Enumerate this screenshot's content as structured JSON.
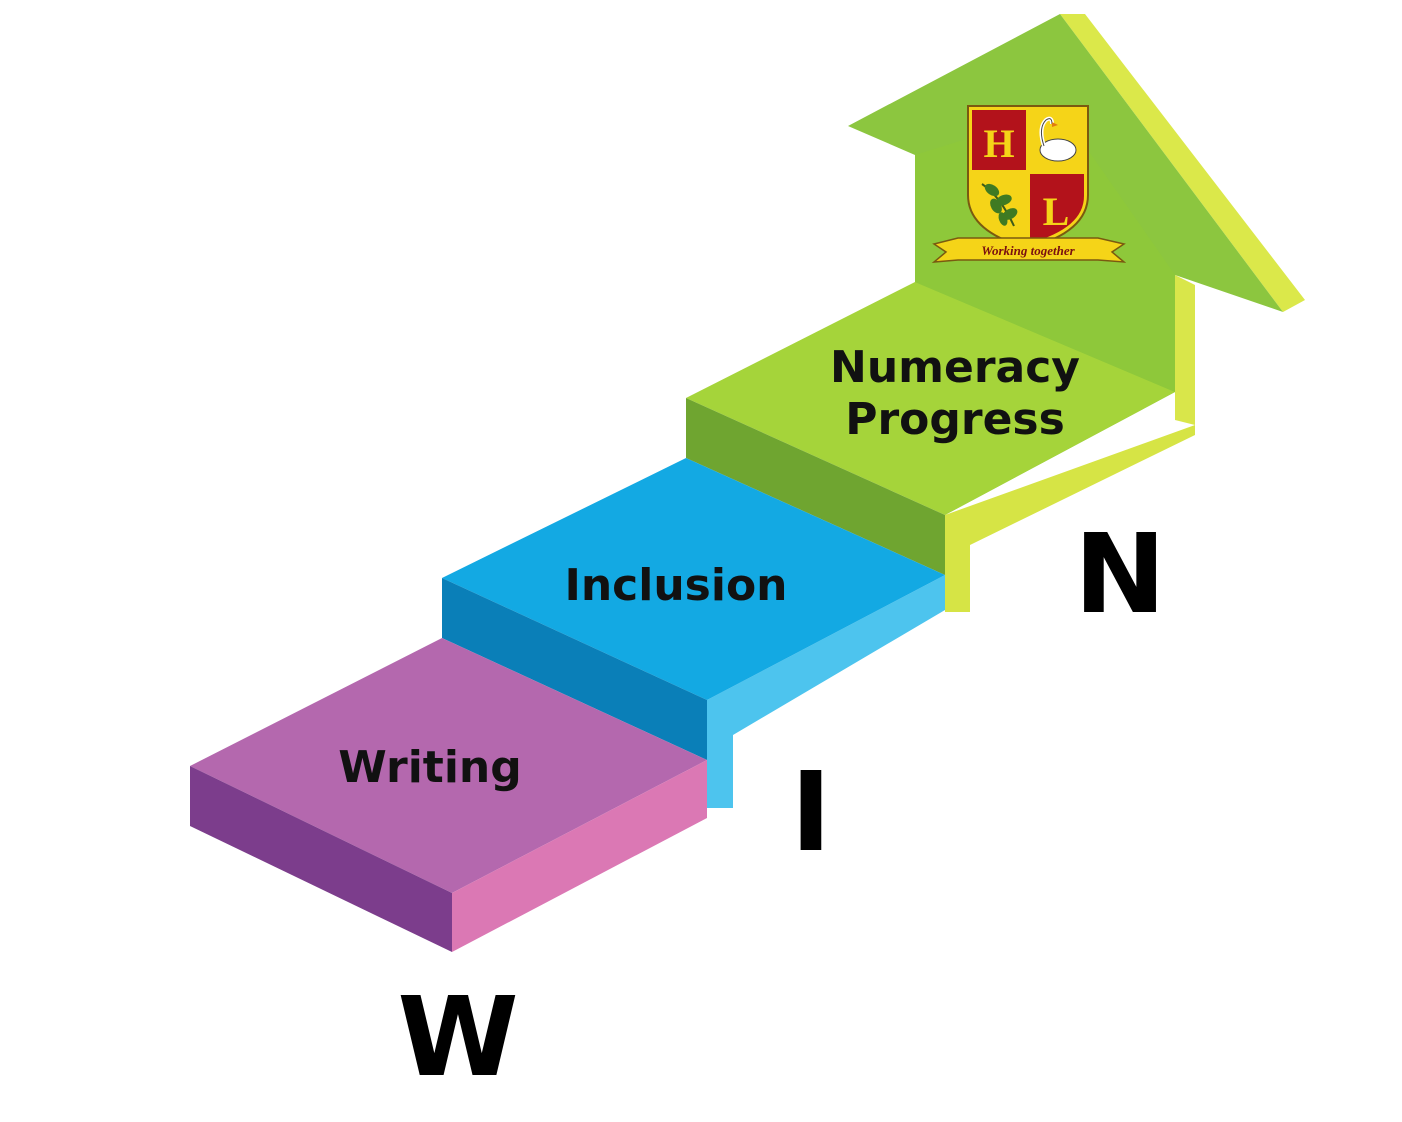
{
  "steps": [
    {
      "label": "Writing",
      "initial": "W",
      "color": "#b266ae"
    },
    {
      "label": "Inclusion",
      "initial": "I",
      "color": "#00a8e0"
    },
    {
      "label_line1": "Numeracy",
      "label_line2": "Progress",
      "initial": "N",
      "color": "#9bcf3c"
    }
  ],
  "crest": {
    "letters": [
      "H",
      "L"
    ],
    "motto": "Working together",
    "colors": {
      "red": "#b3121b",
      "gold": "#f5d418"
    }
  }
}
